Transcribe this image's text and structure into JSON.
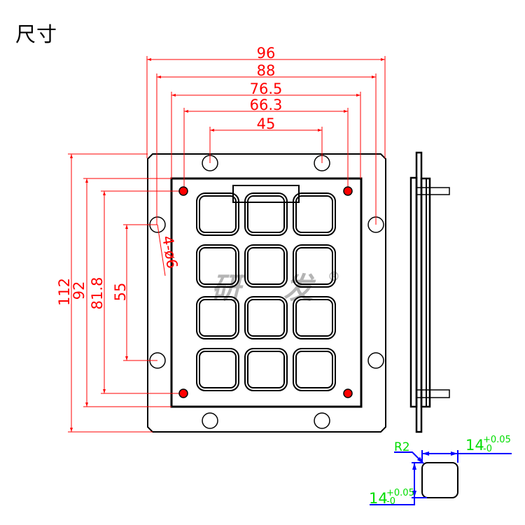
{
  "title": "尺寸",
  "front_view": {
    "horizontal_dimensions": [
      "96",
      "88",
      "76.5",
      "66.3",
      "45"
    ],
    "vertical_dimensions": [
      "112",
      "92",
      "81.8",
      "55"
    ],
    "hole_note": "4-ø6",
    "keypad": {
      "rows": 4,
      "columns": 3,
      "key_count": 12
    },
    "mounting_holes": 8,
    "locating_pins": 4,
    "watermark": {
      "char1": "研",
      "char2": "发",
      "mark": "®"
    }
  },
  "key_detail": {
    "radius_label": "R2",
    "width": {
      "nominal": "14",
      "upper_tolerance": "+0.05",
      "lower_tolerance": "-0"
    },
    "height": {
      "nominal": "14",
      "upper_tolerance": "+0.05",
      "lower_tolerance": "-0"
    }
  },
  "colors": {
    "dimension": "#ff0000",
    "outline": "#000000",
    "pin_fill": "#ff0000",
    "detail_line": "#0000ff",
    "detail_text": "#00dd00",
    "watermark": "#b4b4b4"
  }
}
